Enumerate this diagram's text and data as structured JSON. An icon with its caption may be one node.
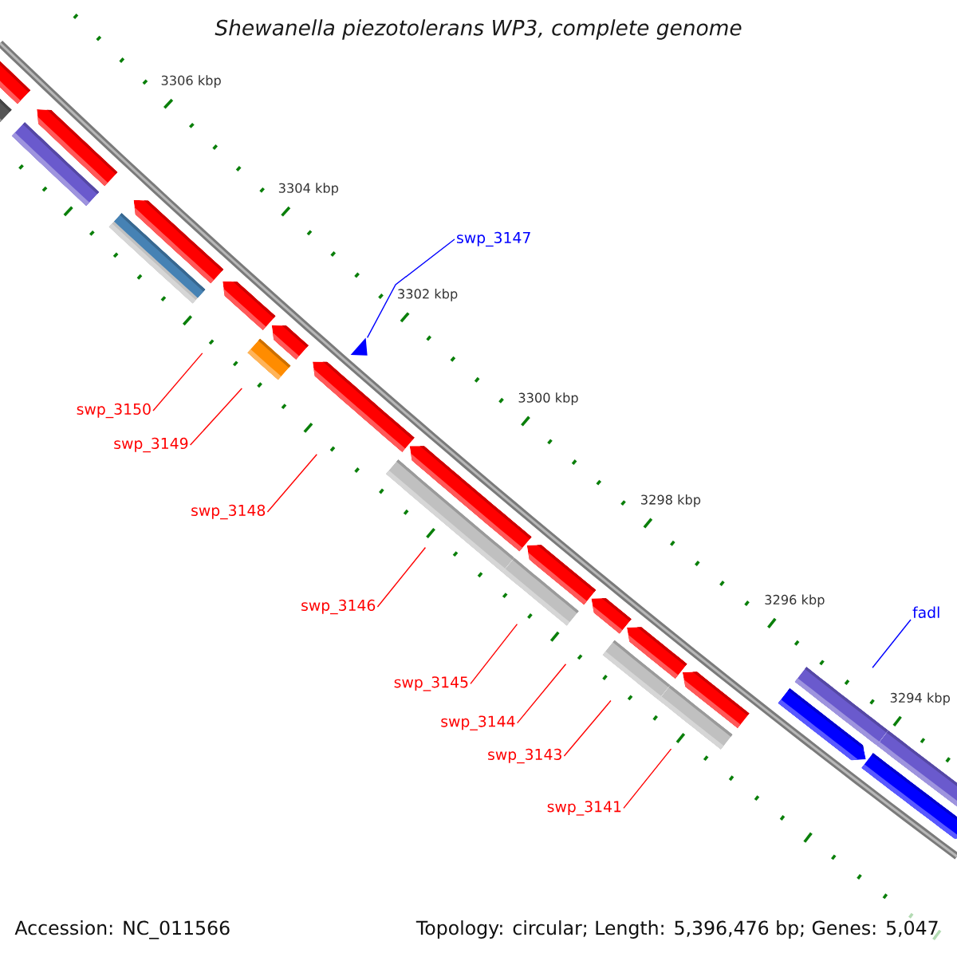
{
  "diagram": {
    "title": "Shewanella piezotolerans WP3, complete genome",
    "nodes": [
      {
        "text": [
          "swp_3147"
        ]
      },
      {
        "text": [
          "swp_3150"
        ]
      },
      {
        "text": [
          "swp_3149"
        ]
      },
      {
        "text": [
          "swp_3148"
        ]
      },
      {
        "text": [
          "swp_3146"
        ]
      },
      {
        "text": [
          "fadl"
        ]
      },
      {
        "text": [
          "swp_3145"
        ]
      },
      {
        "text": [
          "swp_3144"
        ]
      },
      {
        "text": [
          "swp_3143"
        ]
      },
      {
        "text": [
          "swp_3141"
        ]
      },
      {
        "text": [],
        "shape": "bar"
      },
      {
        "text": [],
        "shape": "bar"
      },
      {
        "text": [],
        "shape": "bar"
      },
      {
        "text": [],
        "shape": "bar"
      },
      {
        "text": [],
        "shape": "bar"
      },
      {
        "text": [],
        "shape": "triangle"
      },
      {
        "text": [],
        "shape": "bar"
      },
      {
        "text": [],
        "shape": "bar"
      },
      {
        "text": [],
        "shape": "bar"
      },
      {
        "text": [],
        "shape": "bar"
      },
      {
        "text": [],
        "shape": "bar"
      },
      {
        "text": [],
        "shape": "bar"
      },
      {
        "text": [],
        "shape": "bar"
      },
      {
        "text": [],
        "shape": "bar"
      }
    ],
    "edges": [
      {
        "from": 0,
        "to": 15,
        "arrow": "none",
        "color": "#0000ff"
      },
      {
        "from": 1,
        "to": 13,
        "arrow": "none"
      },
      {
        "from": 2,
        "to": 14,
        "arrow": "none"
      },
      {
        "from": 3,
        "to": 16,
        "arrow": "none"
      },
      {
        "from": 4,
        "to": 17,
        "arrow": "none"
      },
      {
        "from": 5,
        "to": 22,
        "arrow": "none",
        "color": "#0000ff"
      },
      {
        "from": 6,
        "to": 18,
        "arrow": "none"
      },
      {
        "from": 7,
        "to": 19,
        "arrow": "none"
      },
      {
        "from": 8,
        "to": 20,
        "arrow": "none"
      },
      {
        "from": 9,
        "to": 21,
        "arrow": "none"
      }
    ],
    "labels": [
      "3306 kbp",
      "3304 kbp",
      "3302 kbp",
      "3300 kbp",
      "3298 kbp",
      "3296 kbp",
      "3294 kbp",
      "Accession: NC_011566",
      "Topology: circular; Length: 5,396,476 bp; Genes: 5,047"
    ]
  }
}
